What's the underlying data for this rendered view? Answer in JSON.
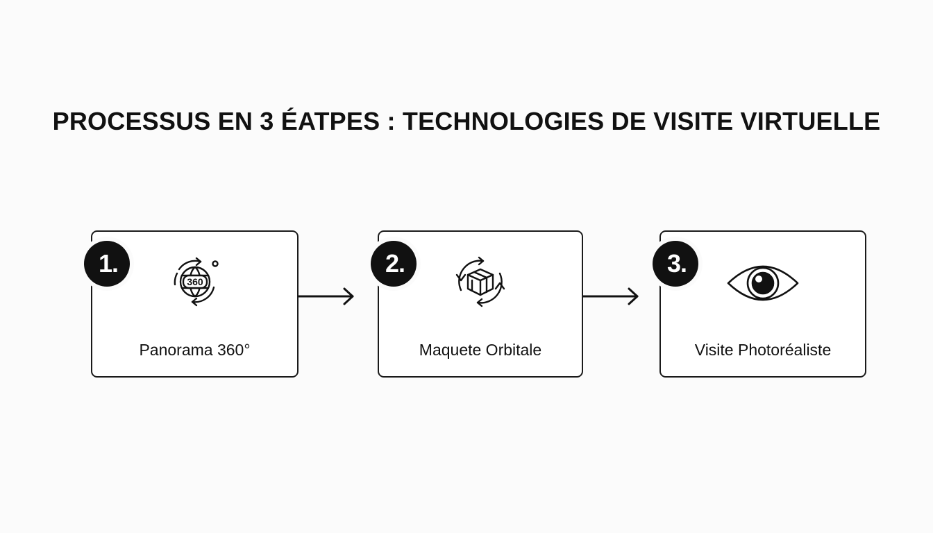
{
  "title": "PROCESSUS EN 3 ÉATPES : TECHNOLOGIES DE VISITE VIRTUELLE",
  "steps": [
    {
      "number": "1.",
      "label": "Panorama 360°",
      "icon": "globe-360-icon",
      "icon_text": "360"
    },
    {
      "number": "2.",
      "label": "Maquete Orbitale",
      "icon": "rotating-cube-icon"
    },
    {
      "number": "3.",
      "label": "Visite Photoréaliste",
      "icon": "eye-icon"
    }
  ],
  "connectors": [
    "arrow-right-icon",
    "arrow-right-icon"
  ],
  "colors": {
    "background": "#fbfbfb",
    "stroke": "#111111",
    "badge_text": "#ffffff"
  }
}
